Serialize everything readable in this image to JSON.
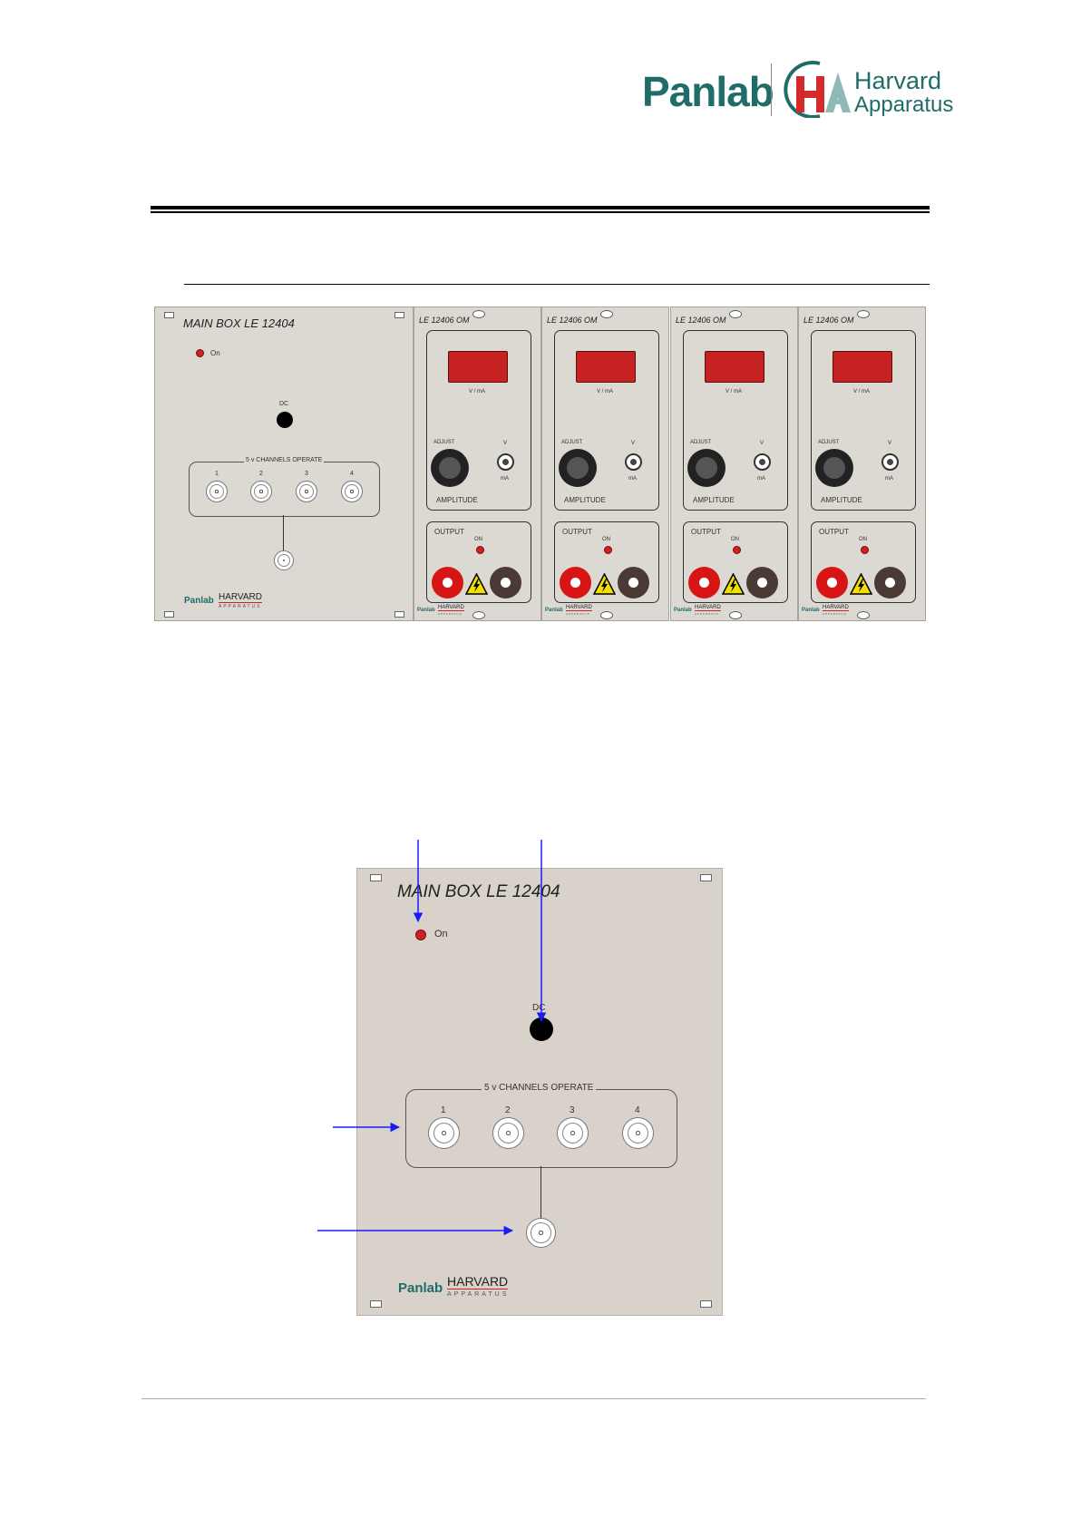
{
  "header": {
    "logo": {
      "panlab": "Panlab",
      "ha_mark": "HA",
      "harvard": "Harvard",
      "apparatus": "Apparatus"
    }
  },
  "main_box": {
    "title": "MAIN BOX   LE   12404",
    "led_label": "On",
    "dc_label": "DC",
    "channels_label": "5 v   CHANNELS OPERATE",
    "channels": [
      "1",
      "2",
      "3",
      "4"
    ],
    "brand": {
      "panlab": "Panlab",
      "harvard": "HARVARD",
      "apparatus": "APPARATUS"
    }
  },
  "modules": [
    {
      "title": "LE  12406  OM"
    },
    {
      "title": "LE  12406  OM"
    },
    {
      "title": "LE  12406  OM"
    },
    {
      "title": "LE  12406  OM"
    }
  ],
  "module_labels": {
    "display_unit": "V / mA",
    "adjust": "ADJUST",
    "v": "V",
    "ma": "mA",
    "amplitude": "AMPLITUDE",
    "output": "OUTPUT",
    "on": "ON",
    "brand_panlab": "Panlab",
    "brand_harvard": "HARVARD",
    "brand_apparatus": "APPARATUS"
  },
  "colors": {
    "panel": "#dcd8d2",
    "led": "#d02121",
    "display": "#c62222",
    "brand_green": "#1f6d68",
    "arrow": "#1a1aff"
  }
}
